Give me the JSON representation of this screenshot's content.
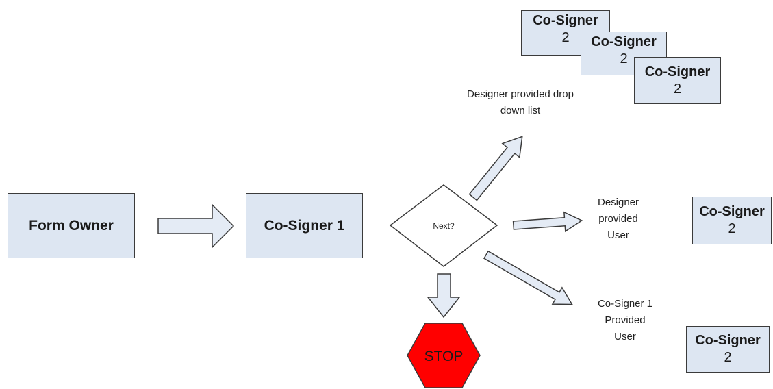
{
  "nodes": {
    "form_owner": "Form Owner",
    "co_signer_1": "Co-Signer 1",
    "decision": "Next?",
    "stop": "STOP",
    "co_signer_2_stack": [
      {
        "line1": "Co-Signer",
        "line2": "2"
      },
      {
        "line1": "Co-Signer",
        "line2": "2"
      },
      {
        "line1": "Co-Signer",
        "line2": "2"
      }
    ],
    "co_signer_2_designer_user": {
      "line1": "Co-Signer",
      "line2": "2"
    },
    "co_signer_2_cosigner_user": {
      "line1": "Co-Signer",
      "line2": "2"
    }
  },
  "labels": {
    "drop_down": {
      "line1": "Designer provided drop",
      "line2": "down list"
    },
    "designer_user": {
      "line1": "Designer",
      "line2": "provided",
      "line3": "User"
    },
    "cosigner_user": {
      "line1": "Co-Signer 1",
      "line2": "Provided",
      "line3": "User"
    }
  },
  "colors": {
    "box_fill": "#dde6f2",
    "arrow_fill": "#e4ebf5",
    "stroke": "#3b3b3b",
    "stop_fill": "#ff0000"
  }
}
